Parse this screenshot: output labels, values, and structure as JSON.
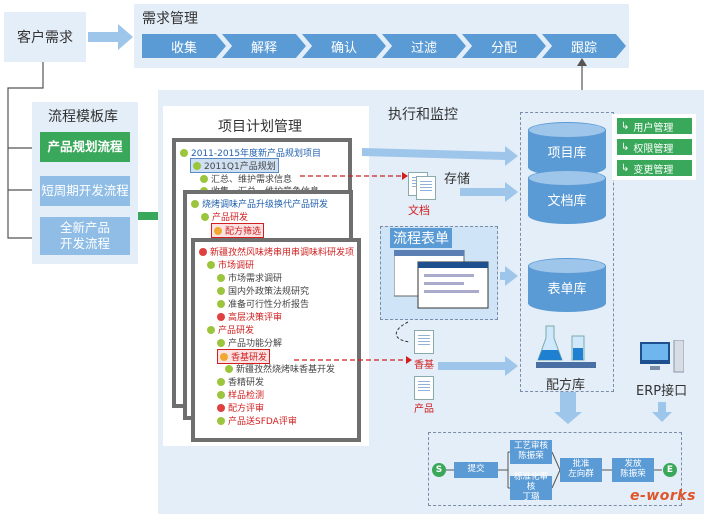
{
  "customer": "客户需求",
  "requirements": {
    "title": "需求管理",
    "steps": [
      "收集",
      "解释",
      "确认",
      "过滤",
      "分配",
      "跟踪"
    ]
  },
  "template_library": {
    "title": "流程模板库",
    "items": [
      "产品规划流程",
      "短周期开发流程",
      "全新产品\n开发流程"
    ]
  },
  "project_plan": {
    "title": "项目计划管理",
    "card1": [
      "2011-2015年度新产品规划项目",
      "2011Q1产品规划",
      "汇总、维护需求信息",
      "收集、汇总、维护竞争信息"
    ],
    "card2": [
      "烧烤调味产品升级换代产品研发",
      "产品研发",
      "配方筛选"
    ],
    "card3": [
      "新疆孜然风味烤串用串调味料研发项",
      "市场调研",
      "市场需求调研",
      "国内外政策法规研究",
      "准备可行性分析报告",
      "高层决策评审",
      "产品研发",
      "产品功能分解",
      "香基研发",
      "新疆孜然烧烤味香基开发",
      "香精研发",
      "样品检测",
      "配方评审",
      "产品送SFDA评审"
    ]
  },
  "execution": {
    "title": "执行和监控",
    "storage_label": "存储",
    "doc_label": "文档",
    "flow_form_title": "流程表单",
    "xiangji_label": "香基",
    "product_label": "产品",
    "formula_lib": "配方库",
    "erp": "ERP接口"
  },
  "databases": [
    "项目库",
    "文档库",
    "表单库"
  ],
  "management": [
    "用户管理",
    "权限管理",
    "变更管理"
  ],
  "approval_flow": {
    "start": "S",
    "end": "E",
    "submit": "提交",
    "craft_review": "工艺审核\n陈振荣",
    "std_review": "标准化审核\n丁璐",
    "approve": "批准\n左向群",
    "publish": "发放\n陈振荣"
  },
  "watermark": "e-works",
  "colors": {
    "chevron": "#5b9bd5",
    "panel": "#e4eef8",
    "green": "#3aa85a",
    "arrow": "#9ec5ea"
  }
}
